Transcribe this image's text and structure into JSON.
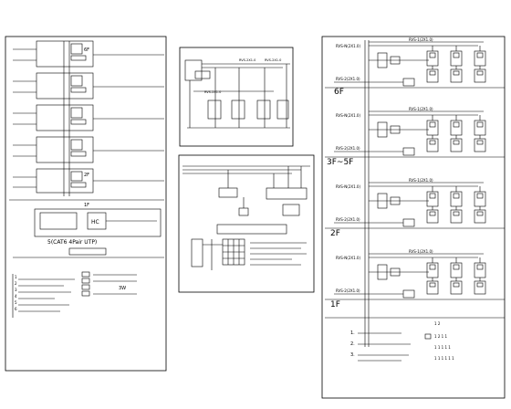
{
  "left_panel": {
    "floor_label_6f": "6F",
    "floor_label_2f": "2F",
    "floor_label_1f": "1F",
    "cable_label": "5(CAT6 4Pair UTP)",
    "hub_label": "HC",
    "legend_items": [
      "1",
      "2",
      "3",
      "4",
      "5",
      "6"
    ],
    "legend_right": [
      "3W"
    ]
  },
  "center_top": {
    "tags": [
      "RVS-2X1.0",
      "RVS-2X1.0",
      "RVS-2X1.0"
    ],
    "caption": ""
  },
  "center_bottom": {
    "caption": ""
  },
  "right_panel": {
    "floor_labels": [
      "6F",
      "3F~5F",
      "2F",
      "1F"
    ],
    "cable_tags": [
      "RVS-1(2X1.0)",
      "RVS-N(2X1.0)",
      "RVS-2(2X1.0)"
    ],
    "notes": [
      "1.",
      "2.",
      "3."
    ],
    "right_notes": [
      "1 2",
      "1 2 1 1",
      "1 1 1 1 1",
      "1 1 1 1 1 1"
    ]
  }
}
